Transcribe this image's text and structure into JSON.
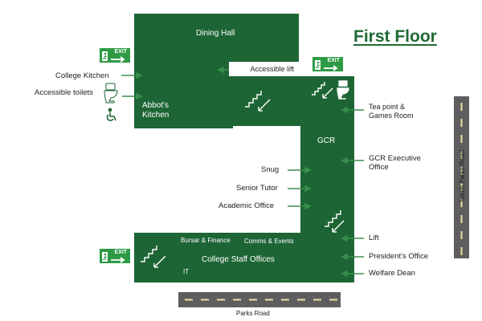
{
  "title": "First Floor",
  "rooms": {
    "dining_hall": "Dining Hall",
    "abbots_kitchen_1": "Abbot's",
    "abbots_kitchen_2": "Kitchen",
    "gcr": "GCR",
    "bursar_finance": "Bursar & Finance",
    "comms_events": "Comms & Events",
    "college_staff_offices": "College Staff Offices",
    "it": "IT"
  },
  "labels": {
    "college_kitchen": "College Kitchen",
    "accessible_toilets": "Accessible toilets",
    "accessible_lift": "Accessible lift",
    "tea_point_1": "Tea point &",
    "tea_point_2": "Games Room",
    "gcr_exec_1": "GCR Executive",
    "gcr_exec_2": "Office",
    "snug": "Snug",
    "senior_tutor": "Senior Tutor",
    "academic_office": "Academic Office",
    "lift": "Lift",
    "presidents_office": "President's Office",
    "welfare_dean": "Welfare Dean"
  },
  "roads": {
    "parks_road": "Parks Road",
    "south_parks_road": "South Parks Road"
  },
  "exit_sign": "EXIT",
  "colors": {
    "building": "#1d6535",
    "exit": "#2e9a45",
    "arrow": "#3a8f4f",
    "title": "#1f6b33",
    "road": "#5e5e5e",
    "road_marking": "#e8e2a0"
  },
  "icons": [
    "exit-sign-icon",
    "toilet-icon",
    "wheelchair-icon",
    "stairs-icon",
    "pointer-arrow-icon"
  ]
}
